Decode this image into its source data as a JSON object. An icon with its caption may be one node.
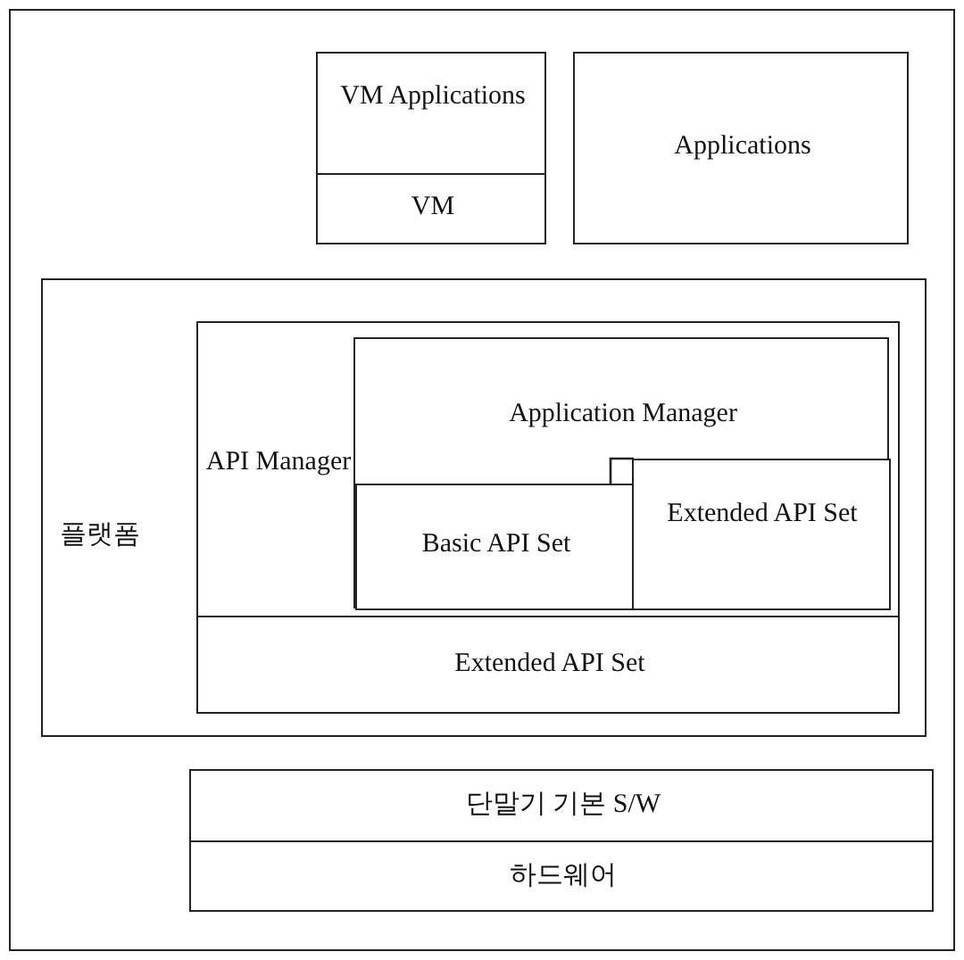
{
  "diagram": {
    "nodes": [
      {
        "text": [],
        "shape": "box"
      },
      {
        "text": [
          "VM Applications"
        ],
        "in": 0
      },
      {
        "text": [
          "VM"
        ],
        "in": 0
      },
      {
        "text": [
          "Applications"
        ],
        "in": 0
      },
      {
        "text": [
          "플랫폼"
        ],
        "in": 0
      },
      {
        "text": [
          "API Manager"
        ],
        "in": 4
      },
      {
        "text": [
          "Application Manager"
        ],
        "in": 5
      },
      {
        "text": [
          "Extended API Set"
        ],
        "in": 6
      },
      {
        "text": [
          "Basic API Set"
        ],
        "in": 6
      },
      {
        "text": [
          "Extended API Set"
        ],
        "in": 4
      },
      {
        "text": [
          "단말기 기본 S/W"
        ],
        "in": 0
      },
      {
        "text": [
          "하드웨어"
        ],
        "in": 0
      }
    ],
    "edges": []
  }
}
